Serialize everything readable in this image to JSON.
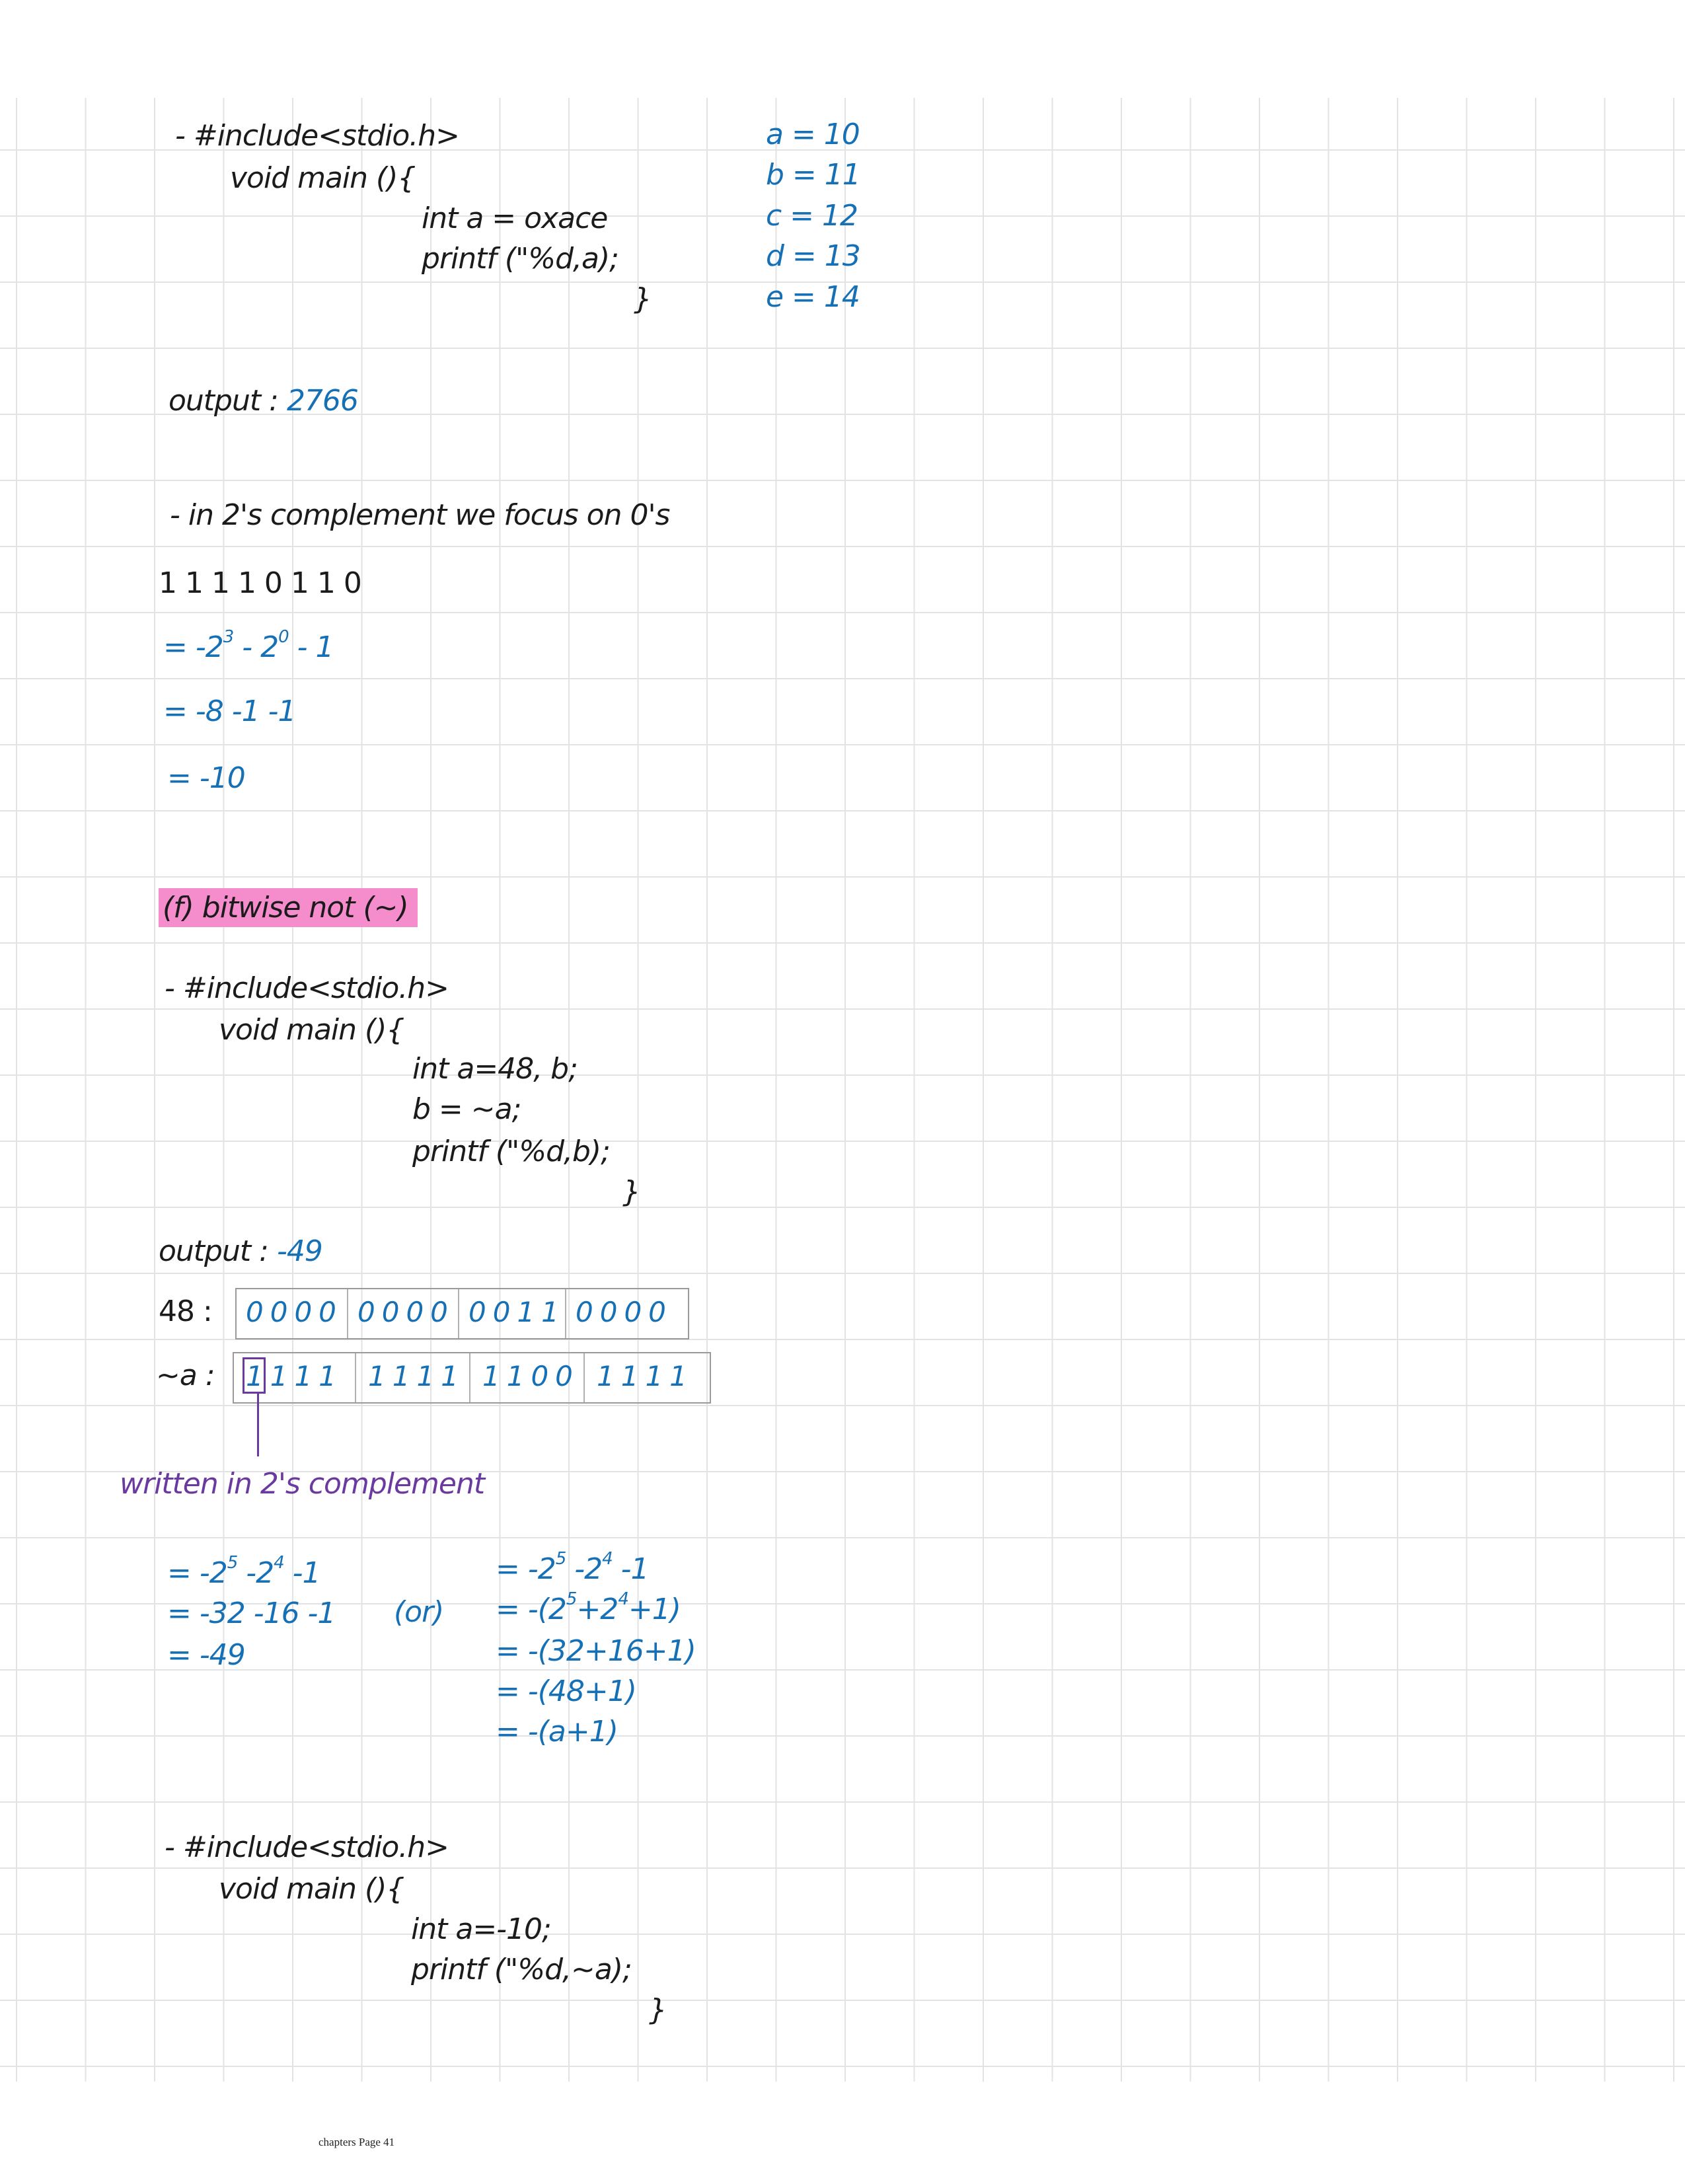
{
  "colors": {
    "ink": "#1b1b1b",
    "blue": "#1670b6",
    "purple": "#6b3aa0",
    "highlight": "#f58ccc"
  },
  "code1": {
    "include": "- #include<stdio.h>",
    "main": "void main (){",
    "decl": "int a = oxace",
    "printf": "printf (\"%d,a);",
    "close": "}"
  },
  "hex_values": [
    "a = 10",
    "b = 11",
    "c = 12",
    "d = 13",
    "e = 14"
  ],
  "output1": {
    "label": "output :",
    "value": "2766"
  },
  "note": "- in 2's complement we focus on 0's",
  "binary": "1 1 1 1 0 1 1 0",
  "calc1": {
    "l1": {
      "a": "= -2",
      "e1": "3",
      "b": " - 2",
      "e2": "0",
      "c": " - 1"
    },
    "l2": "= -8 -1 -1",
    "l3": "= -10"
  },
  "section_title": "(f) bitwise not (~)",
  "code2": {
    "include": "- #include<stdio.h>",
    "main": "void main (){",
    "decl": "int a=48, b;",
    "assign": "b = ~a;",
    "printf": "printf (\"%d,b);",
    "close": "}"
  },
  "output2": {
    "label": "output :",
    "value": "-49"
  },
  "bits48": {
    "label": "48 :",
    "nibbles": [
      "0000",
      "0000",
      "0011",
      "0000"
    ]
  },
  "bitsNot": {
    "label": "~a :",
    "nibbles": [
      "1111",
      "1111",
      "1100",
      "1111"
    ]
  },
  "annotation": "written in 2's complement",
  "calc2_left": {
    "l1": {
      "a": "= -2",
      "e1": "5",
      "b": " -2",
      "e2": "4",
      "c": " -1"
    },
    "l2": "= -32 -16 -1",
    "l3": "= -49"
  },
  "or": "(or)",
  "calc2_right": {
    "l1": {
      "a": "= -2",
      "e1": "5",
      "b": " -2",
      "e2": "4",
      "c": " -1"
    },
    "l2": {
      "a": "= -(2",
      "e1": "5",
      "b": "+2",
      "e2": "4",
      "c": "+1)"
    },
    "l3": "= -(32+16+1)",
    "l4": "= -(48+1)",
    "l5": "= -(a+1)"
  },
  "code3": {
    "include": "- #include<stdio.h>",
    "main": "void main (){",
    "decl": "int a=-10;",
    "printf": "printf (\"%d,~a);",
    "close": "}"
  },
  "footer": "chapters Page 41"
}
